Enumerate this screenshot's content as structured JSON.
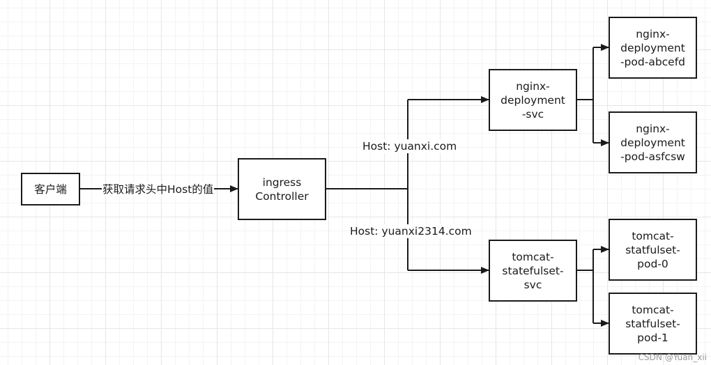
{
  "nodes": {
    "client": "客户端",
    "ingress": "ingress\nController",
    "nginx_svc": "nginx-\ndeployment\n-svc",
    "nginx_pod_1": "nginx-\ndeployment\n-pod-abcefd",
    "nginx_pod_2": "nginx-\ndeployment\n-pod-asfcsw",
    "tomcat_svc": "tomcat-\nstatefulset-\nsvc",
    "tomcat_pod_0": "tomcat-\nstatfulset-\npod-0",
    "tomcat_pod_1": "tomcat-\nstatfulset-\npod-1"
  },
  "edges": {
    "client_to_ingress": "获取请求头中Host的值",
    "host_nginx": "Host: yuanxi.com",
    "host_tomcat": "Host: yuanxi2314.com"
  },
  "watermark": "CSDN @Yuan_xii",
  "colors": {
    "stroke": "#1a1a1a",
    "grid": "#e6e6e6",
    "background": "#ffffff"
  }
}
